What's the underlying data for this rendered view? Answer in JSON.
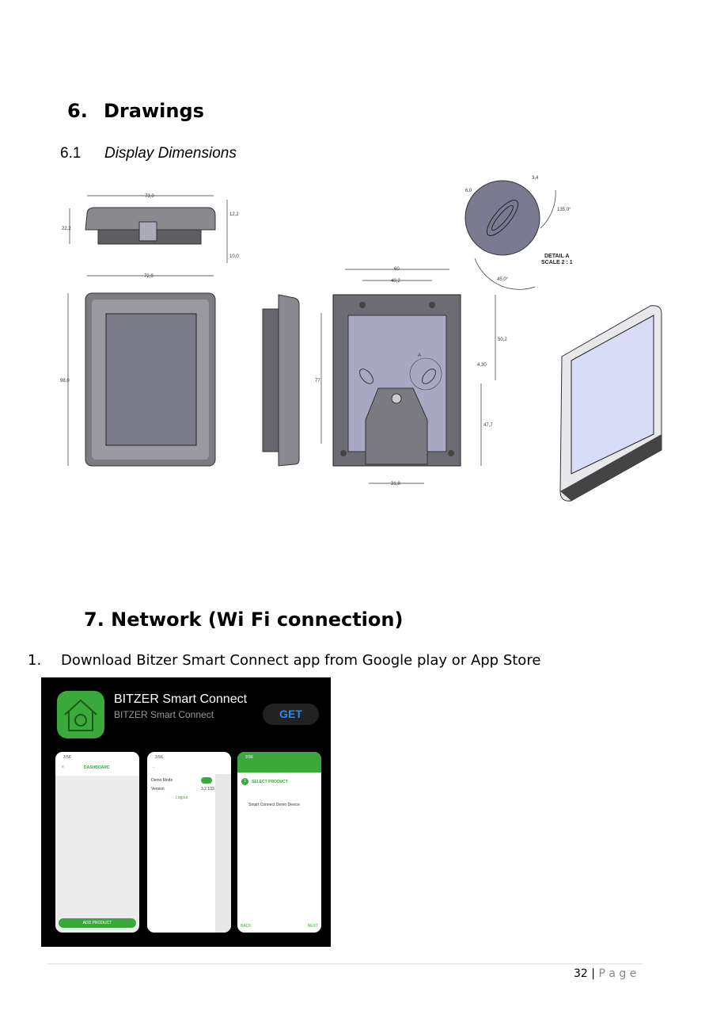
{
  "section6": {
    "number": "6.",
    "title": "Drawings"
  },
  "section61": {
    "number": "6.1",
    "title": "Display Dimensions"
  },
  "drawing": {
    "top_view": {
      "width": "73,0",
      "height": "22,2",
      "upper": "12,2",
      "lower": "10,0"
    },
    "front_view": {
      "width": "72,9",
      "height": "98,0"
    },
    "back_view": {
      "outer_width": "60",
      "inner_width": "40,2",
      "height": "77",
      "upper": "50,2",
      "lower": "47,7",
      "offset": "4,30",
      "bottom_width": "31,8",
      "detail_marker": "A"
    },
    "detail": {
      "slot_width": "6,0",
      "slot_inner": "3,4",
      "angle_1": "135,0°",
      "angle_2": "45,0°",
      "label": "DETAIL A",
      "scale": "SCALE 2 : 1"
    }
  },
  "section7": {
    "title": "7. Network (Wi Fi connection)"
  },
  "step1": {
    "number": "1.",
    "text": "Download Bitzer Smart Connect app from Google play or App Store"
  },
  "app": {
    "name": "BITZER Smart Connect",
    "developer": "BITZER Smart Connect",
    "get_label": "GET",
    "screens": [
      {
        "time": "3:56",
        "title": "DASHBOARD",
        "button": "ADD PRODUCT"
      },
      {
        "time": "3:56",
        "demo_mode": "Demo Mode",
        "version_label": "Version",
        "version": "3.2.133",
        "logout": "Logout",
        "demo_mode_on": true
      },
      {
        "time": "3:56",
        "step": "1",
        "step_title": "SELECT PRODUCT",
        "device": "Smart Connect Demo Device",
        "back": "BACK",
        "next": "NEXT"
      }
    ],
    "colors": {
      "green": "#3aa83a",
      "get": "#1a8cff"
    }
  },
  "footer": {
    "page": "32",
    "separator": "|",
    "label": "P a g e"
  }
}
